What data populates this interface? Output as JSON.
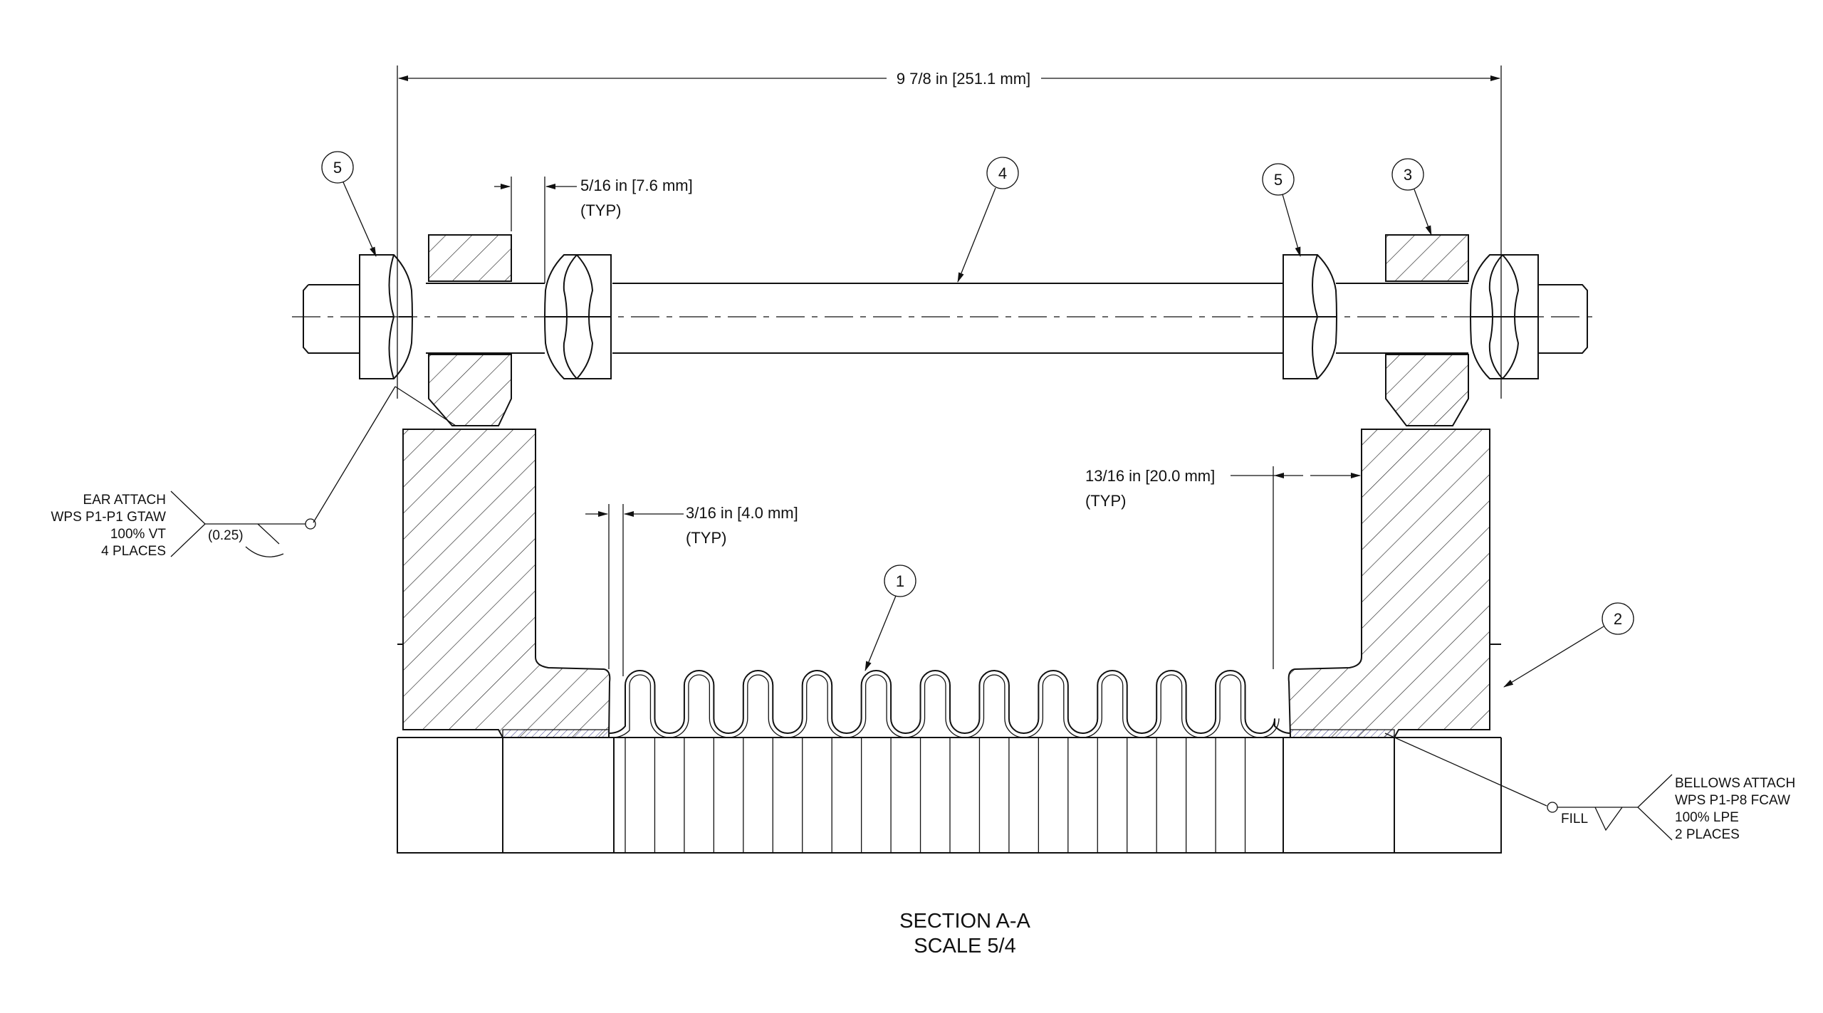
{
  "dimensions": {
    "overall": "9 7/8 in [251.1 mm]",
    "nut_gap": "5/16 in [7.6 mm]",
    "nut_gap_typ": "(TYP)",
    "bellows_gap": "3/16 in [4.0 mm]",
    "bellows_gap_typ": "(TYP)",
    "flange_gap": "13/16 in [20.0 mm]",
    "flange_gap_typ": "(TYP)"
  },
  "balloons": {
    "b1": "1",
    "b2": "2",
    "b3": "3",
    "b4": "4",
    "b5_left": "5",
    "b5_right": "5"
  },
  "weld_notes": {
    "ear_attach": {
      "line1": "EAR ATTACH",
      "line2": "WPS P1-P1 GTAW",
      "line3": "100% VT",
      "line4": "4 PLACES",
      "size": "(0.25)"
    },
    "bellows_attach": {
      "line1": "BELLOWS ATTACH",
      "line2": "WPS P1-P8 FCAW",
      "line3": "100% LPE",
      "line4": "2 PLACES",
      "fill": "FILL"
    }
  },
  "title": {
    "line1": "SECTION A-A",
    "line2": "SCALE 5/4"
  },
  "colors": {
    "line": "#111111",
    "background": "#ffffff",
    "hatch": "#222222",
    "weld_hatch": "#3a3a8a"
  }
}
